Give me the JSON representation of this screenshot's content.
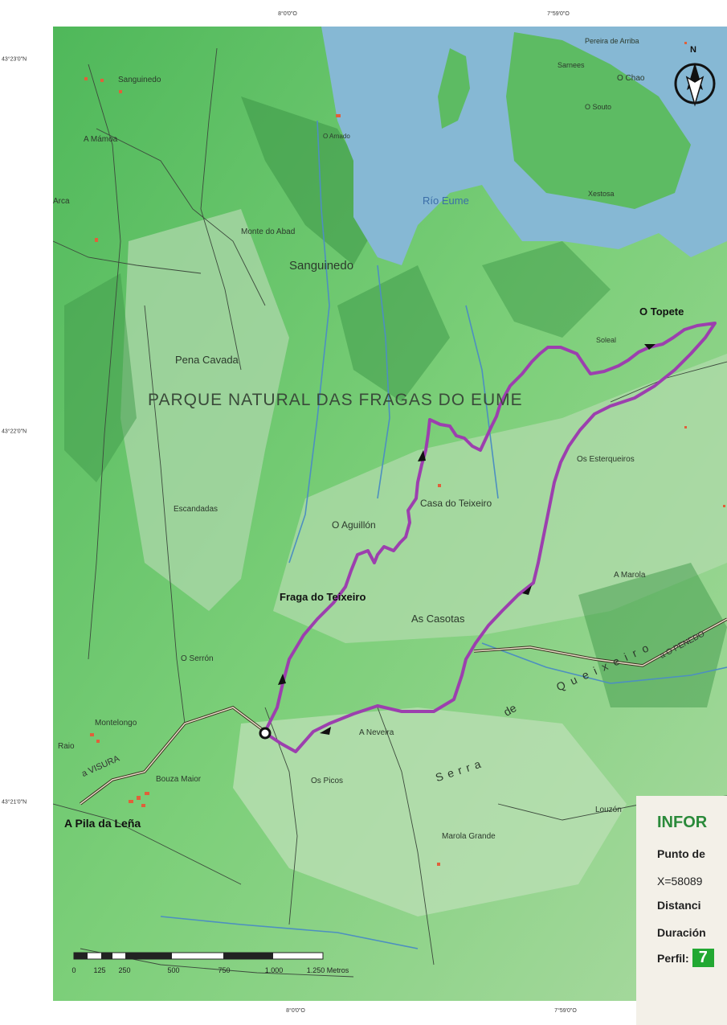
{
  "coords": {
    "top": [
      "8°0'0\"O",
      "7°59'0\"O"
    ],
    "bottom": [
      "8°0'0\"O",
      "7°59'0\"O"
    ],
    "left": [
      "43°23'0\"N",
      "43°22'0\"N",
      "43°21'0\"N"
    ]
  },
  "labels": {
    "park": "PARQUE NATURAL DAS FRAGAS DO EUME",
    "river": "Río Eume",
    "sanguinedo_top": "Sanguinedo",
    "a_mamoa": "A Mámoa",
    "arca": "Arca",
    "o_arnado": "O Arnado",
    "monte_do_abad": "Monte do Abad",
    "sanguinedo": "Sanguinedo",
    "pena_cavada": "Pena Cavada",
    "escandadas": "Escandadas",
    "o_aguillon": "O Aguillón",
    "casa_do_teixeiro": "Casa do Teixeiro",
    "fraga_do_teixeiro": "Fraga do Teixeiro",
    "as_casotas": "As Casotas",
    "o_serron": "O Serrón",
    "montelongo": "Montelongo",
    "raio": "Raio",
    "bouza_maior": "Bouza Maior",
    "a_pila_da_lena": "A Pila da Leña",
    "os_picos": "Os Picos",
    "a_neveira": "A Neveira",
    "marola_grande": "Marola Grande",
    "louzon": "Louzón",
    "a_marola": "A Marola",
    "os_esterqueiros": "Os Esterqueiros",
    "o_topete": "O Topete",
    "soleal": "Soleal",
    "pereira_de_arriba": "Pereira de Arriba",
    "sarnees": "Sarnees",
    "o_chao": "O Chao",
    "o_souto": "O Souto",
    "xestosa": "Xestosa",
    "a_visura": "a VISURA",
    "o_penedo": "a O PENEDO",
    "serra_a": "Serra",
    "serra_b": "de",
    "serra_c": "Queixeiro",
    "north": "N"
  },
  "scale_bar": {
    "ticks": [
      "0",
      "125",
      "250",
      "500",
      "750",
      "1.000",
      "1.250 Metros"
    ]
  },
  "info_panel": {
    "title": "INFOR",
    "punto_label": "Punto de",
    "x_value": "X=58089",
    "distancia_label": "Distanci",
    "duracion_label": "Duración",
    "perfil_label": "Perfil:",
    "perfil_value": "7"
  },
  "colors": {
    "route": "#9c3fae",
    "water": "#86b8d4",
    "land": "#6ec86e",
    "info_title": "#2a8a3a",
    "badge": "#22a832"
  }
}
